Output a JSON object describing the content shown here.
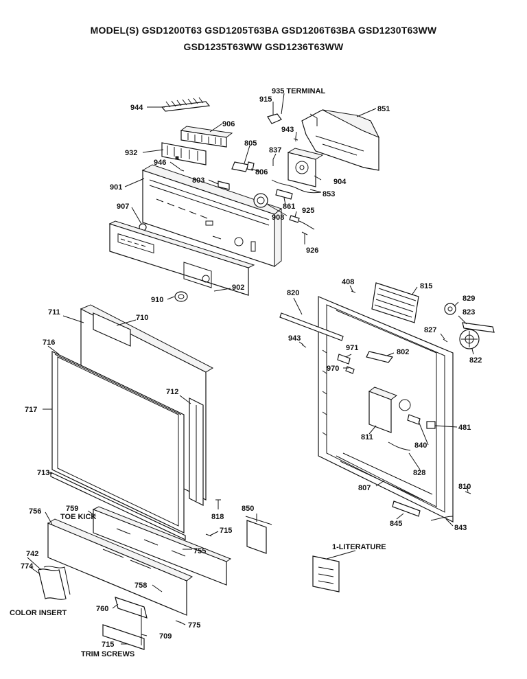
{
  "header": {
    "models_line1": "MODEL(S) GSD1200T63  GSD1205T63BA  GSD1206T63BA  GSD1230T63WW",
    "models_line2": "GSD1235T63WW  GSD1236T63WW"
  },
  "labels": {
    "p944": "944",
    "p906": "906",
    "p932": "932",
    "p946": "946",
    "p901": "901",
    "p907": "907",
    "p803": "803",
    "p805": "805",
    "p806": "806",
    "p837": "837",
    "p915": "915",
    "p935": "935 TERMINAL",
    "p943a": "943",
    "p851": "851",
    "p904": "904",
    "p853": "853",
    "p861": "861",
    "p925": "925",
    "p908": "908",
    "p926": "926",
    "p910": "910",
    "p902": "902",
    "p711": "711",
    "p710": "710",
    "p716": "716",
    "p717": "717",
    "p712": "712",
    "p713": "713",
    "p818": "818",
    "p715a": "715",
    "p755": "755",
    "p756": "756",
    "p759": "759",
    "toe_kick": "TOE KICK",
    "p742": "742",
    "p774": "774",
    "color_insert": "COLOR INSERT",
    "p758": "758",
    "p760": "760",
    "p775": "775",
    "p709": "709",
    "p715b": "715",
    "trim_screws": "TRIM SCREWS",
    "p850": "850",
    "p408": "408",
    "p815": "815",
    "p820": "820",
    "p829": "829",
    "p823": "823",
    "p827": "827",
    "p943b": "943",
    "p971": "971",
    "p970": "970",
    "p802": "802",
    "p822": "822",
    "p811": "811",
    "p481": "481",
    "p840": "840",
    "p828": "828",
    "p807": "807",
    "p810": "810",
    "p845": "845",
    "p843": "843",
    "literature": "1-LITERATURE"
  }
}
